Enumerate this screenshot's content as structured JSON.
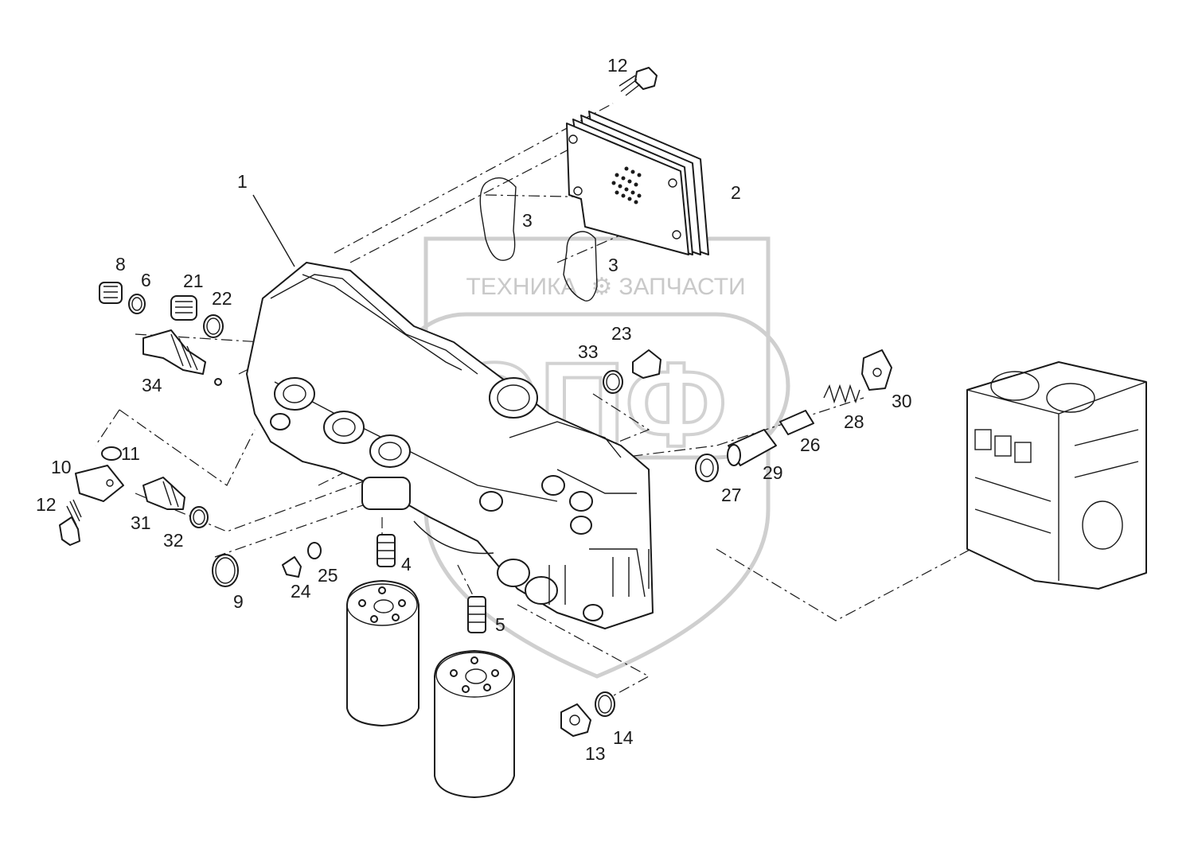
{
  "watermark": {
    "line1_left": "ТЕХНИКА",
    "line1_right": "ЗАПЧАСТИ",
    "big_letters": "ЭПФ"
  },
  "callouts": {
    "p1": "1",
    "p2": "2",
    "p3a": "3",
    "p3b": "3",
    "p4": "4",
    "p5": "5",
    "p6": "6",
    "p8": "8",
    "p9": "9",
    "p10": "10",
    "p11": "11",
    "p12a": "12",
    "p12b": "12",
    "p13": "13",
    "p14": "14",
    "p21": "21",
    "p22": "22",
    "p23": "23",
    "p24": "24",
    "p25": "25",
    "p26": "26",
    "p27": "27",
    "p28": "28",
    "p29": "29",
    "p30": "30",
    "p31": "31",
    "p32": "32",
    "p33": "33",
    "p34": "34"
  }
}
